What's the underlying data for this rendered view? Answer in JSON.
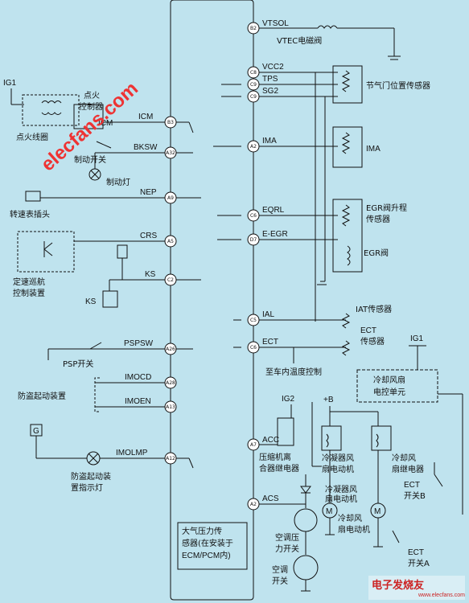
{
  "ecm_label": [
    "大气压力传",
    "感器(在安装于",
    "ECM/PCM内)"
  ],
  "pins": {
    "vtsol": "VTSOL",
    "vcc2": "VCC2",
    "tps": "TPS",
    "sg2": "SG2",
    "ima": "IMA",
    "eqrl": "EQRL",
    "eegr": "E-EGR",
    "ial": "IAL",
    "ect": "ECT",
    "acc": "ACC",
    "acs": "ACS",
    "icm": "ICM",
    "bksw": "BKSW",
    "nep": "NEP",
    "crs": "CRS",
    "ks": "KS",
    "pspsw": "PSPSW",
    "imocd": "IMOCD",
    "imoen": "IMOEN",
    "imolmp": "IMOLMP"
  },
  "pin_codes": {
    "vtsol": "B2",
    "vcc2": "C8",
    "tps": "C9",
    "sg2": "C9",
    "ima": "A2",
    "eqrl": "C6",
    "eegr": "D7",
    "ial": "C5",
    "ect": "C6",
    "acc": "A7",
    "acs": "A2",
    "icm": "B3",
    "bksw": "A32",
    "nep": "A9",
    "crs": "A5",
    "ks": "C2",
    "pspsw": "A26",
    "imocd": "A28",
    "imoen": "A13",
    "imolmp": "A12"
  },
  "labels": {
    "ig1_left": "IG1",
    "ig1_right": "IG1",
    "ig2": "IG2",
    "plus_b": "+B",
    "vtec_valve": "VTEC电磁阀",
    "throttle_sensor": "节气门位置传感器",
    "ima": "IMA",
    "egr_sensor_1": "EGR阀升程",
    "egr_sensor_2": "传感器",
    "egr_valve": "EGR阀",
    "iat_sensor": "IAT传感器",
    "ect_sensor_1": "ECT",
    "ect_sensor_2": "传感器",
    "ignition_coil": "点火线圈",
    "igniter_1": "点火",
    "igniter_2": "控制器",
    "icm_small": "ICM",
    "brake_switch": "制动开关",
    "brake_lamp": "制动灯",
    "tacho": "转速表插头",
    "cruise_1": "定速巡航",
    "cruise_2": "控制装置",
    "ks": "KS",
    "psp_switch": "PSP开关",
    "immobilizer": "防盗起动装置",
    "g": "G",
    "imo_lamp_1": "防盗起动装",
    "imo_lamp_2": "置指示灯",
    "temp_control": "至车内温度控制",
    "fan_unit_1": "冷却风扇",
    "fan_unit_2": "电控单元",
    "ac_relay_1": "压缩机离",
    "ac_relay_2": "合器继电器",
    "cond_relay_1": "冷凝器风",
    "cond_relay_2": "扇电动机",
    "cool_relay_1": "冷却风",
    "cool_relay_2": "扇继电器",
    "cond_motor_1": "冷凝器风",
    "cond_motor_2": "扇电动机",
    "cool_motor_1": "冷却风",
    "cool_motor_2": "扇电动机",
    "ect_switch_b_1": "ECT",
    "ect_switch_b_2": "开关B",
    "ect_switch_a_1": "ECT",
    "ect_switch_a_2": "开关A",
    "ac_pressure_1": "空调压",
    "ac_pressure_2": "力开关",
    "ac_switch_1": "空调",
    "ac_switch_2": "开关"
  },
  "watermark": {
    "main": "elecfans.com",
    "corner": "电子发烧友",
    "corner_url": "www.elecfans.com"
  },
  "colors": {
    "background": "#bfe3ee",
    "ink": "#111111",
    "watermark": "#e33333"
  }
}
